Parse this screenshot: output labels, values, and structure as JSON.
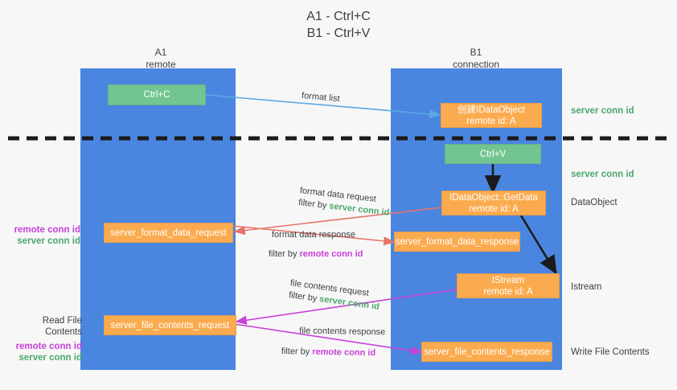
{
  "title": "A1 - Ctrl+C\nB1 - Ctrl+V",
  "colors": {
    "lane": "#4a86e0",
    "green_box": "#72c490",
    "orange_box": "#fbab4f",
    "blue_arrow": "#5aa9e6",
    "red_arrow": "#e8736a",
    "magenta_arrow": "#c840d8",
    "black_arrow": "#1b1b1b",
    "green_text": "#4ca76c",
    "pink_text": "#c840d8",
    "background": "#f7f7f7"
  },
  "lanes": [
    {
      "name": "lane-a1",
      "header": "A1\nremote"
    },
    {
      "name": "lane-b1",
      "header": "B1\nconnection"
    }
  ],
  "nodes": [
    {
      "id": "ctrl-c",
      "label": "Ctrl+C",
      "style": "green"
    },
    {
      "id": "create-idataobject",
      "label": "创建IDataObject\nremote id: A",
      "style": "orange"
    },
    {
      "id": "ctrl-v",
      "label": "Ctrl+V",
      "style": "green"
    },
    {
      "id": "idataobject-getdata",
      "label": "IDataObject::GetData\nremote id: A",
      "style": "orange"
    },
    {
      "id": "server-format-data-request",
      "label": "server_format_data_request",
      "style": "orange"
    },
    {
      "id": "server-format-data-response",
      "label": "server_format_data_response",
      "style": "orange"
    },
    {
      "id": "istream",
      "label": "IStream\nremote id: A",
      "style": "orange"
    },
    {
      "id": "server-file-contents-request",
      "label": "server_file_contents_request",
      "style": "orange"
    },
    {
      "id": "server-file-contents-response",
      "label": "server_file_contents_response",
      "style": "orange"
    }
  ],
  "right_labels": [
    {
      "id": "right-server-conn-id-1",
      "text": "server conn id",
      "kind": "green"
    },
    {
      "id": "right-server-conn-id-2",
      "text": "server conn id",
      "kind": "green"
    },
    {
      "id": "right-dataobject",
      "text": "DataObject",
      "kind": "plain"
    },
    {
      "id": "right-istream",
      "text": "Istream",
      "kind": "plain"
    },
    {
      "id": "right-write-file",
      "text": "Write File Contents",
      "kind": "plain"
    }
  ],
  "left_labels": [
    {
      "id": "left-conn-ids-1",
      "remote": "remote conn id",
      "server": "server conn id"
    },
    {
      "id": "left-read-file",
      "heading": "Read File Contents",
      "remote": "remote conn id",
      "server": "server conn id"
    }
  ],
  "edge_labels": [
    {
      "id": "edge-format-list",
      "line1": "format list"
    },
    {
      "id": "edge-format-data-request",
      "line1": "format data request",
      "filter_prefix": "filter by ",
      "filter_value": "server conn id",
      "filter_kind": "green"
    },
    {
      "id": "edge-format-data-response",
      "line1": "format data response",
      "filter_prefix": "filter by ",
      "filter_value": "remote conn id",
      "filter_kind": "pink"
    },
    {
      "id": "edge-file-contents-request",
      "line1": "file contents request",
      "filter_prefix": "filter by ",
      "filter_value": "server conn id",
      "filter_kind": "green"
    },
    {
      "id": "edge-file-contents-response",
      "line1": "file contents response",
      "filter_prefix": "filter by ",
      "filter_value": "remote conn id",
      "filter_kind": "pink"
    }
  ]
}
